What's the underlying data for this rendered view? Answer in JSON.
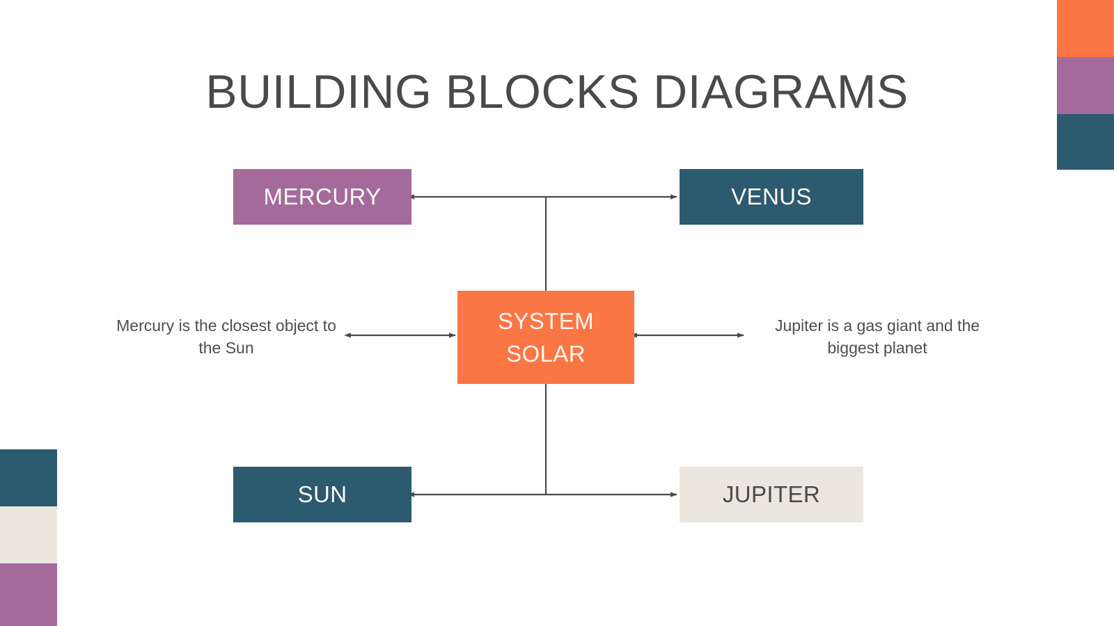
{
  "slide": {
    "title": "BUILDING BLOCKS DIAGRAMS",
    "background_color": "#ffffff",
    "title_color": "#4a4a48"
  },
  "palette": {
    "orange": "#fa7644",
    "purple": "#a46a9c",
    "teal": "#2c5a6e",
    "cream": "#ebe7df",
    "text_dark": "#4a4a48",
    "text_light": "#fdf9f5",
    "connector": "#4a4a4a"
  },
  "nodes": {
    "center": {
      "label_line1": "SYSTEM",
      "label_line2": "SOLAR",
      "fill": "#fa7644",
      "text_color": "#fdf6ef"
    },
    "top_left": {
      "label": "MERCURY",
      "fill": "#a46a9c",
      "text_color": "#fdf9f5"
    },
    "top_right": {
      "label": "VENUS",
      "fill": "#2c5a6e",
      "text_color": "#fdf9f5"
    },
    "bottom_left": {
      "label": "SUN",
      "fill": "#2c5a6e",
      "text_color": "#fdf9f5"
    },
    "bottom_right": {
      "label": "JUPITER",
      "fill": "#ebe7df",
      "text_color": "#4a4a48"
    }
  },
  "notes": {
    "left": "Mercury is the closest object to the Sun",
    "right": "Jupiter is a gas giant and the biggest planet"
  },
  "decorations": {
    "top_right_bar": [
      {
        "name": "orange-segment",
        "color": "#fa7644",
        "height": 84
      },
      {
        "name": "purple-segment",
        "color": "#a46a9c",
        "height": 82
      },
      {
        "name": "teal-segment",
        "color": "#2c5a6e",
        "height": 80
      }
    ],
    "bottom_left_bar": [
      {
        "name": "teal-segment",
        "color": "#2c5a6e",
        "height": 82
      },
      {
        "name": "cream-segment",
        "color": "#ebe7df",
        "height": 82
      },
      {
        "name": "purple-segment",
        "color": "#a46a9c",
        "height": 92
      }
    ]
  }
}
